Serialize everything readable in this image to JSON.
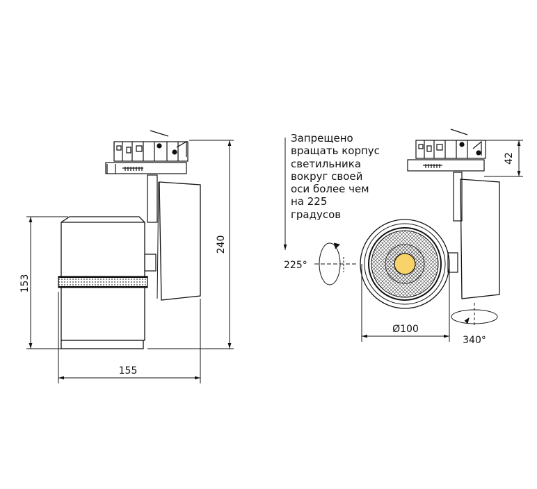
{
  "dimensions": {
    "height_body": "153",
    "height_total": "240",
    "width_side": "155",
    "diameter": "Ø100",
    "adapter_height": "42"
  },
  "rotation": {
    "housing_angle": "225°",
    "head_angle": "340°"
  },
  "note_lines": [
    "Запрещено",
    "вращать корпус",
    "светильника",
    "вокруг своей",
    "оси более чем",
    "на 225",
    "градусов"
  ],
  "colors": {
    "line": "#111111",
    "led": "#f7d36a",
    "background": "#ffffff"
  }
}
